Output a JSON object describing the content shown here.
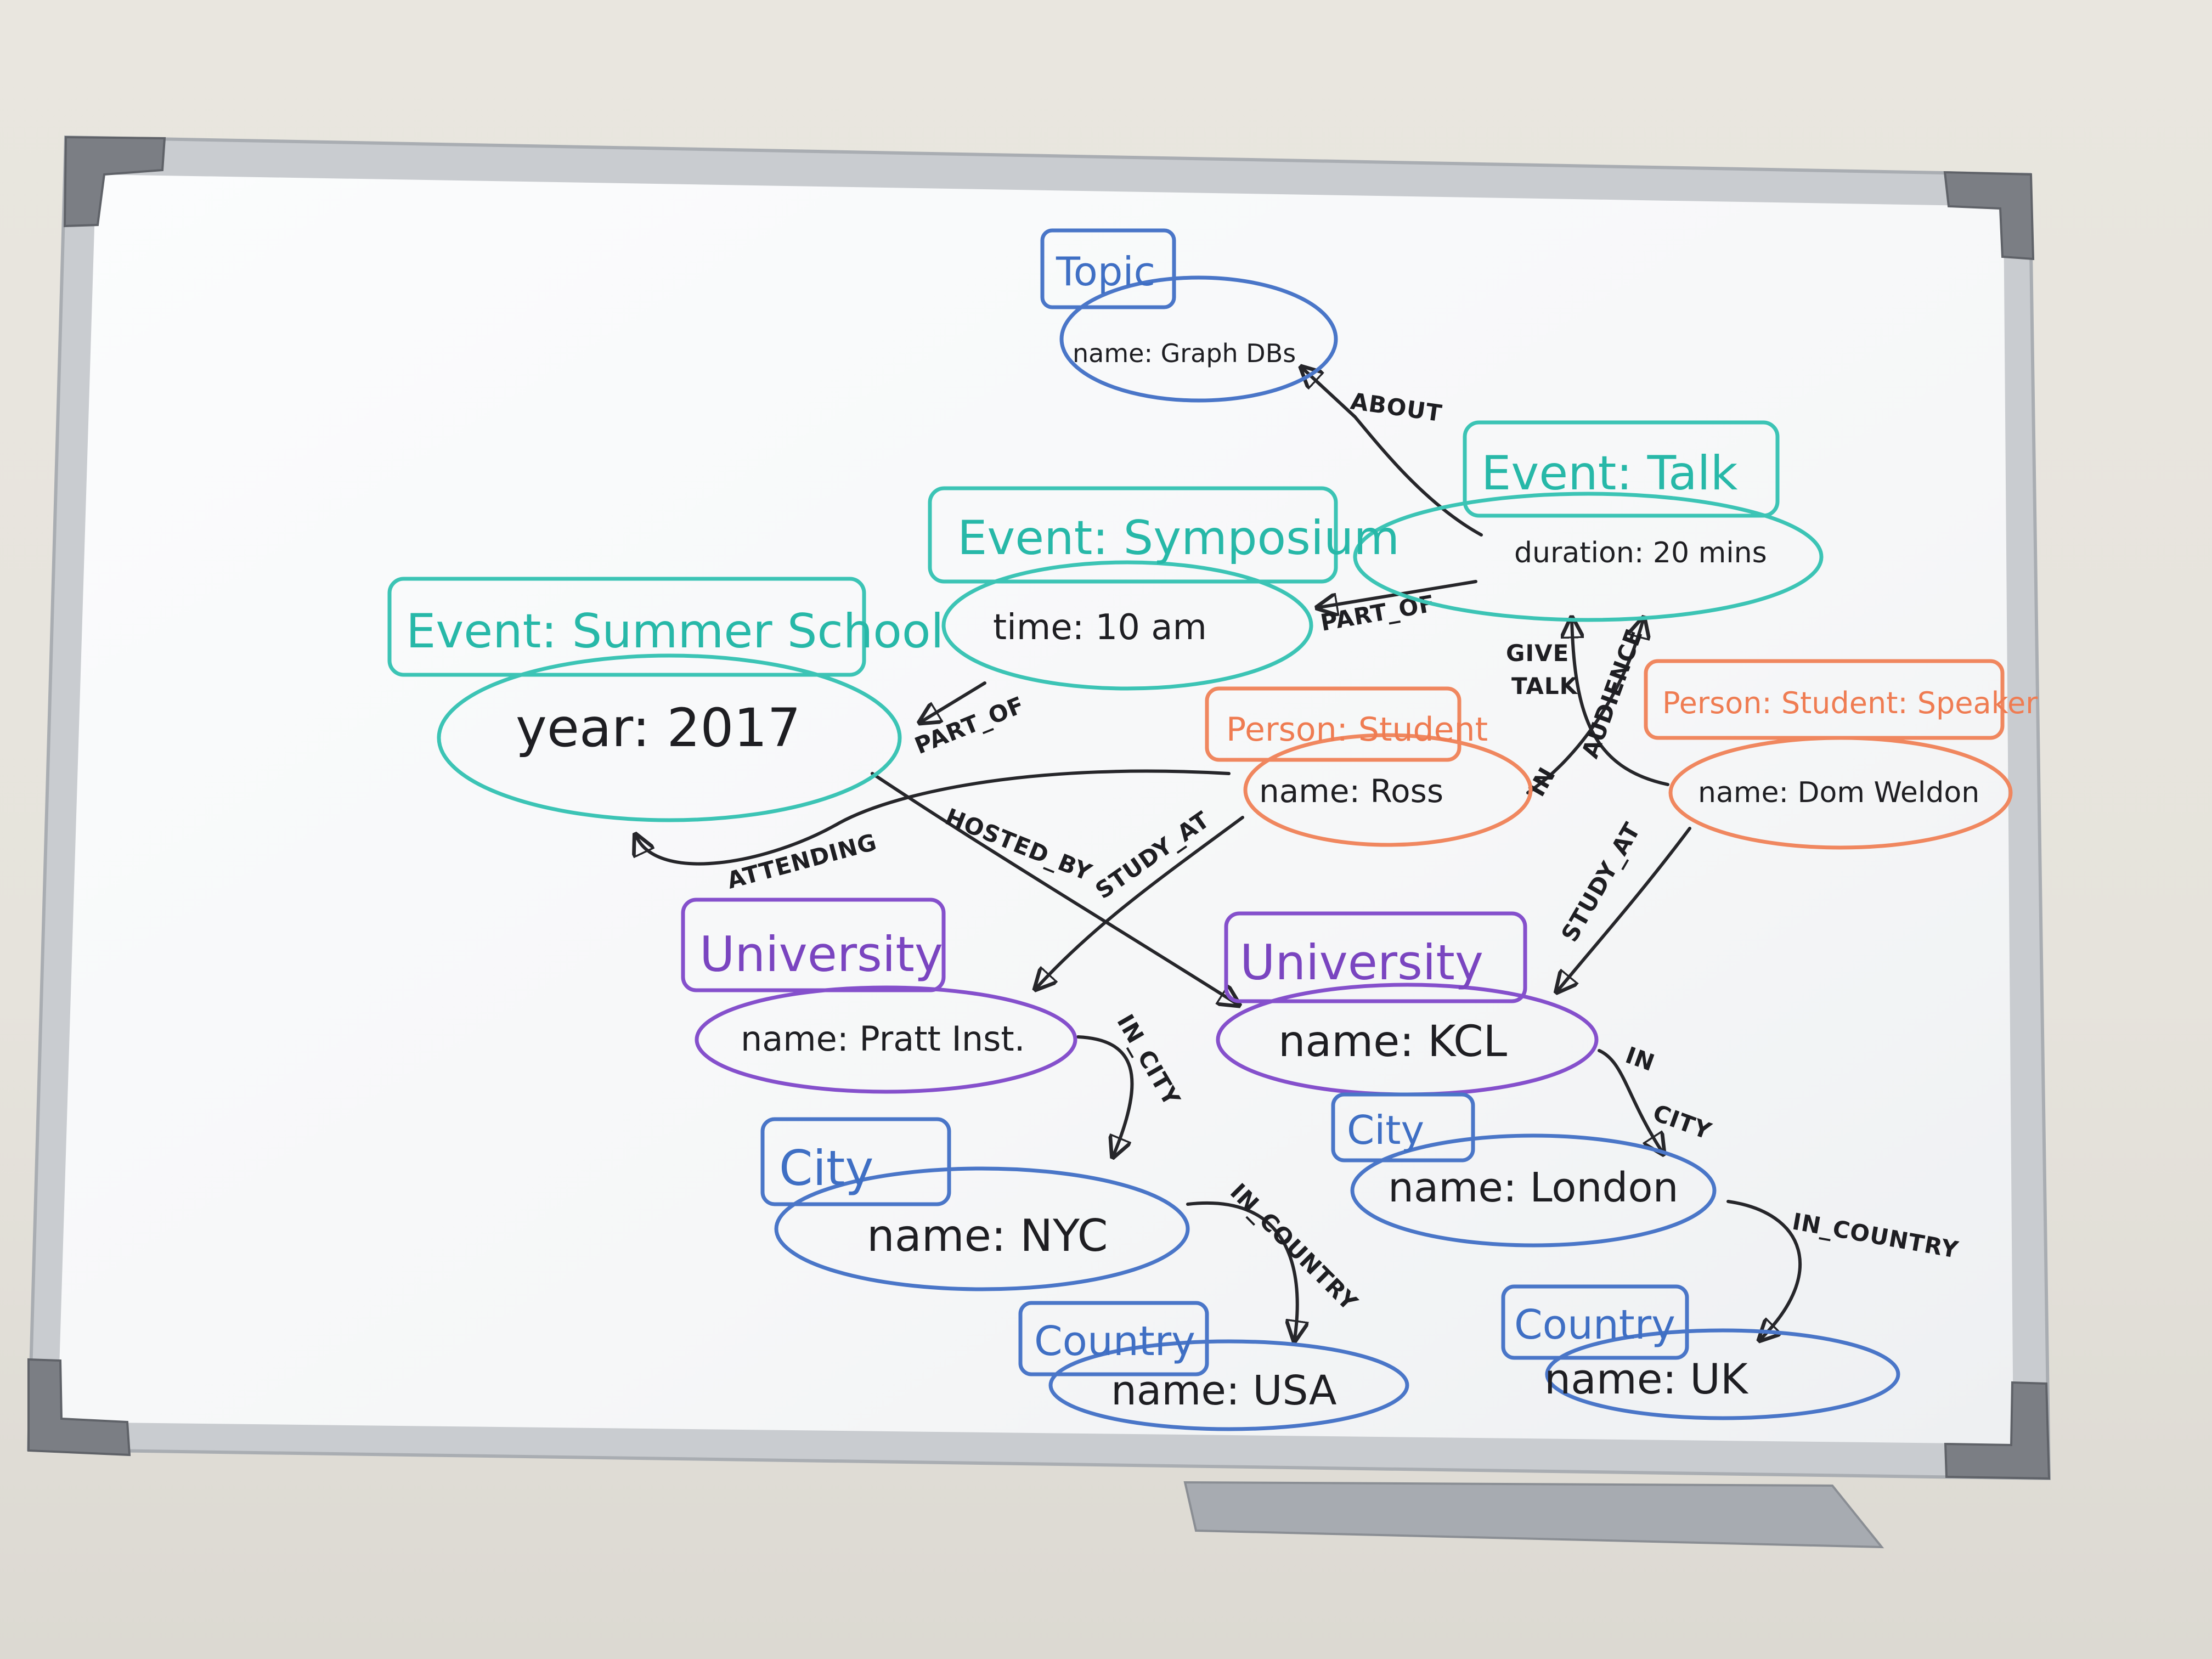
{
  "nodes": {
    "topic": {
      "label": "Topic",
      "prop": "name: Graph DBs"
    },
    "talk": {
      "label": "Event: Talk",
      "prop": "duration: 20 mins"
    },
    "symposium": {
      "label": "Event: Symposium",
      "prop": "time: 10 am"
    },
    "summer_school": {
      "label": "Event: Summer School",
      "prop": "year: 2017"
    },
    "student": {
      "label": "Person: Student",
      "prop": "name: Ross"
    },
    "student_speaker": {
      "label": "Person: Student: Speaker",
      "prop": "name: Dom Weldon"
    },
    "uni_pratt": {
      "label": "University",
      "prop": "name: Pratt Inst."
    },
    "uni_kcl": {
      "label": "University",
      "prop": "name: KCL"
    },
    "city_nyc": {
      "label": "City",
      "prop": "name: NYC"
    },
    "city_london": {
      "label": "City",
      "prop": "name: London"
    },
    "country_usa": {
      "label": "Country",
      "prop": "name: USA"
    },
    "country_uk": {
      "label": "Country",
      "prop": "name: UK"
    }
  },
  "edges": {
    "about": "ABOUT",
    "talk_part_of": "PART_OF",
    "sym_part_of": "PART_OF",
    "give_talk_1": "GIVE",
    "give_talk_2": "TALK",
    "audience": "AUDIENCE",
    "in": "IN",
    "attending": "ATTENDING",
    "hosted_by": "HOSTED_BY",
    "study_at_1": "STUDY_AT",
    "study_at_2": "STUDY_AT",
    "in_city_1": "IN_CITY",
    "in_city_2_a": "IN",
    "in_city_2_b": "CITY",
    "in_country_1": "IN_COUNTRY",
    "in_country_2": "IN_COUNTRY"
  },
  "colors": {
    "event": "#3cc4b5",
    "place": "#4a76c8",
    "university": "#8550cc",
    "person": "#f0875f",
    "ink": "#26262a"
  }
}
